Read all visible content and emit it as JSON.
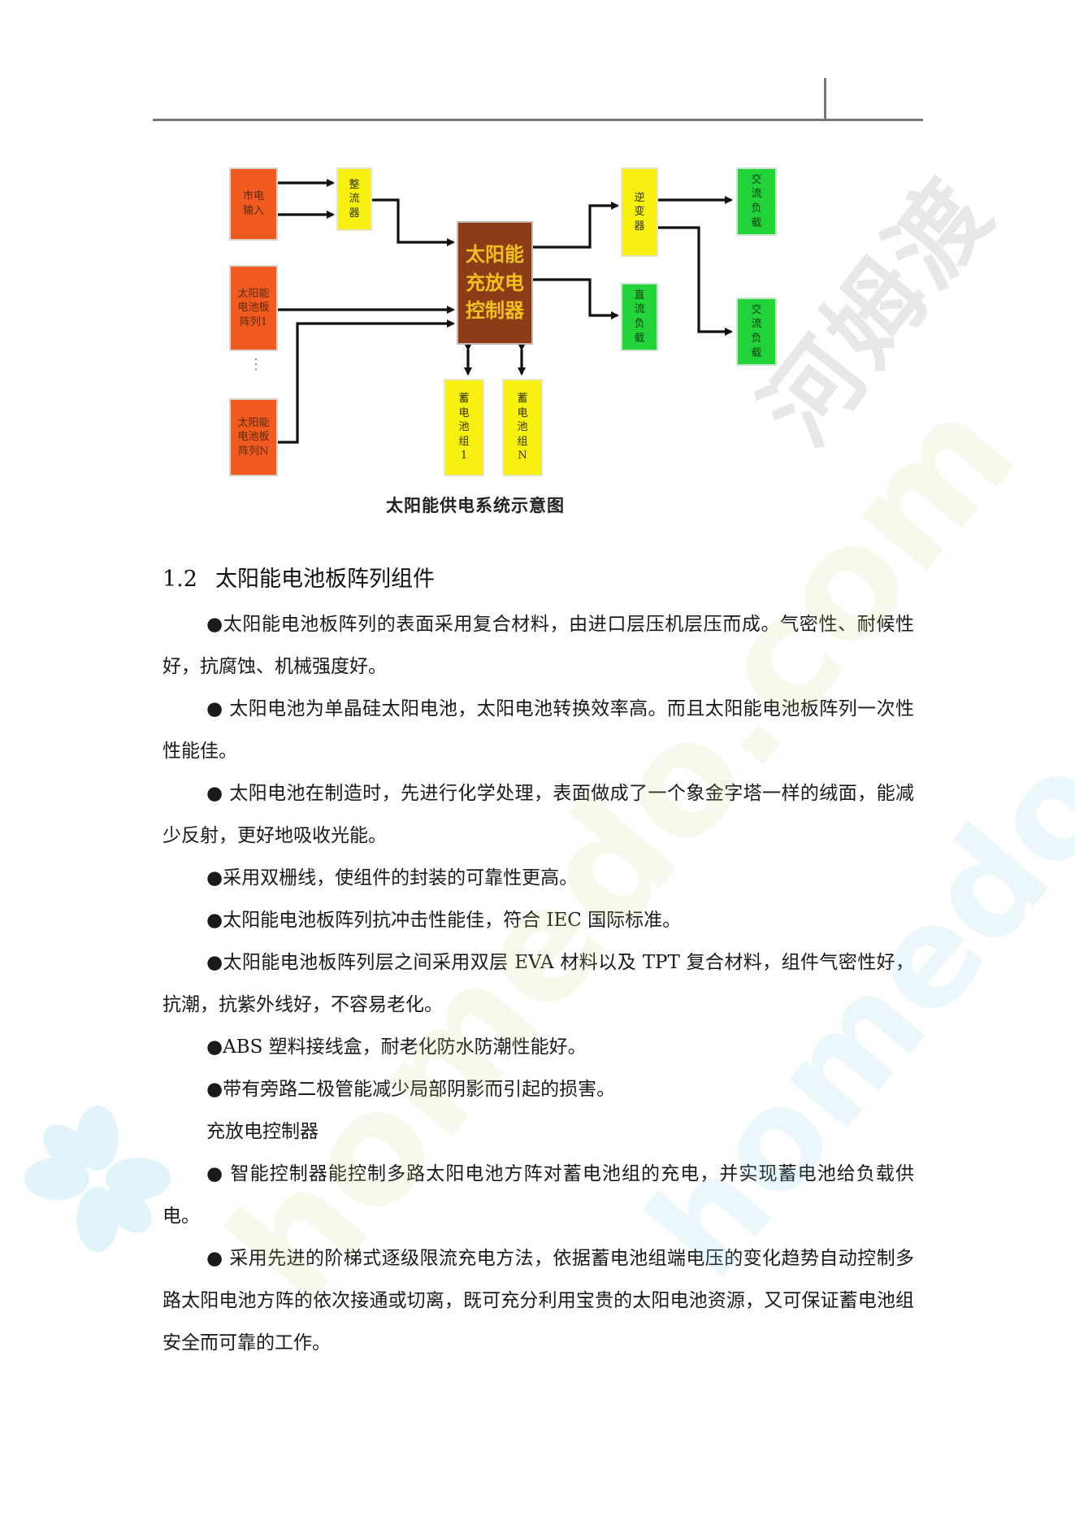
{
  "diagram": {
    "caption": "太阳能供电系统示意图",
    "mains_input": "市电输入",
    "rectifier": "整流器",
    "solar_array_1": "太阳能电池板阵列1",
    "solar_array_n": "太阳能电池板阵列N",
    "ellipsis": "⋮",
    "controller": [
      "太阳能",
      "充放电",
      "控制器"
    ],
    "battery_1": "蓄电池组1",
    "battery_n": "蓄电池组N",
    "inverter": "逆变器",
    "dc_load": "直流负载",
    "ac_load_1": "交流负载",
    "ac_load_2": "交流负载",
    "colors": {
      "orange": "#f25b1f",
      "yellow": "#f7f011",
      "green": "#22d43a",
      "brown": "#8c3d18",
      "controller_text": "#f0c020"
    }
  },
  "section": {
    "number": "1.2",
    "title": "太阳能电池板阵列组件"
  },
  "paragraphs": [
    "●太阳能电池板阵列的表面采用复合材料，由进口层压机层压而成。气密性、耐候性好，抗腐蚀、机械强度好。",
    "● 太阳电池为单晶硅太阳电池，太阳电池转换效率高。而且太阳能电池板阵列一次性性能佳。",
    "● 太阳电池在制造时，先进行化学处理，表面做成了一个象金字塔一样的绒面，能减少反射，更好地吸收光能。",
    "●采用双栅线，使组件的封装的可靠性更高。",
    "●太阳能电池板阵列抗冲击性能佳，符合 IEC 国际标准。",
    "●太阳能电池板阵列层之间采用双层 EVA 材料以及 TPT 复合材料，组件气密性好，抗潮，抗紫外线好，不容易老化。",
    "●ABS 塑料接线盒，耐老化防水防潮性能好。",
    "●带有旁路二极管能减少局部阴影而引起的损害。"
  ],
  "subheading": "充放电控制器",
  "paragraphs2": [
    "● 智能控制器能控制多路太阳电池方阵对蓄电池组的充电，并实现蓄电池给负载供电。",
    "● 采用先进的阶梯式逐级限流充电方法，依据蓄电池组端电压的变化趋势自动控制多路太阳电池方阵的依次接通或切离，既可充分利用宝贵的太阳电池资源，又可保证蓄电池组安全而可靠的工作。"
  ],
  "watermarks": {
    "cn": "河姆渡",
    "en1": "homedo.com",
    "en2": "homedo.com"
  }
}
